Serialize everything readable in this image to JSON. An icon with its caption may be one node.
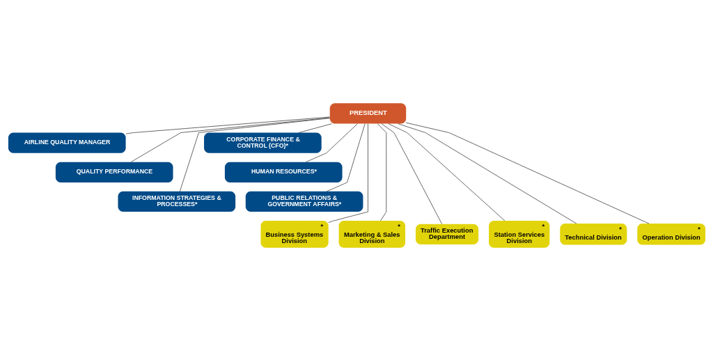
{
  "diagram": {
    "nodes": [
      {
        "text": [
          "PRESIDENT"
        ]
      },
      {
        "text": [
          "AIRLINE QUALITY MANAGER"
        ]
      },
      {
        "text": [
          "QUALITY PERFORMANCE"
        ]
      },
      {
        "text": [
          "INFORMATION STRATEGIES & PROCESSES*"
        ]
      },
      {
        "text": [
          "CORPORATE FINANCE & CONTROL (CFO)*"
        ]
      },
      {
        "text": [
          "HUMAN RESOURCES*"
        ]
      },
      {
        "text": [
          "PUBLIC RELATIONS & GOVERNMENT AFFAIRS*"
        ]
      },
      {
        "text": [
          "*",
          "Business Systems Division"
        ]
      },
      {
        "text": [
          "*",
          "Marketing & Sales Division"
        ]
      },
      {
        "text": [
          "Traffic Execution Department"
        ]
      },
      {
        "text": [
          "*",
          "Station Services Division"
        ]
      },
      {
        "text": [
          "*",
          "Technical Division"
        ]
      },
      {
        "text": [
          "*",
          "Operation Division"
        ]
      }
    ],
    "edges": [
      {
        "from": 0,
        "to": 1,
        "arrow": "none"
      },
      {
        "from": 0,
        "to": 2,
        "arrow": "none"
      },
      {
        "from": 0,
        "to": 3,
        "arrow": "none"
      },
      {
        "from": 0,
        "to": 4,
        "arrow": "none"
      },
      {
        "from": 0,
        "to": 5,
        "arrow": "none"
      },
      {
        "from": 0,
        "to": 6,
        "arrow": "none"
      },
      {
        "from": 0,
        "to": 7,
        "arrow": "none"
      },
      {
        "from": 0,
        "to": 8,
        "arrow": "none"
      },
      {
        "from": 0,
        "to": 9,
        "arrow": "none"
      },
      {
        "from": 0,
        "to": 10,
        "arrow": "none"
      },
      {
        "from": 0,
        "to": 11,
        "arrow": "none"
      },
      {
        "from": 0,
        "to": 12,
        "arrow": "none"
      }
    ]
  }
}
